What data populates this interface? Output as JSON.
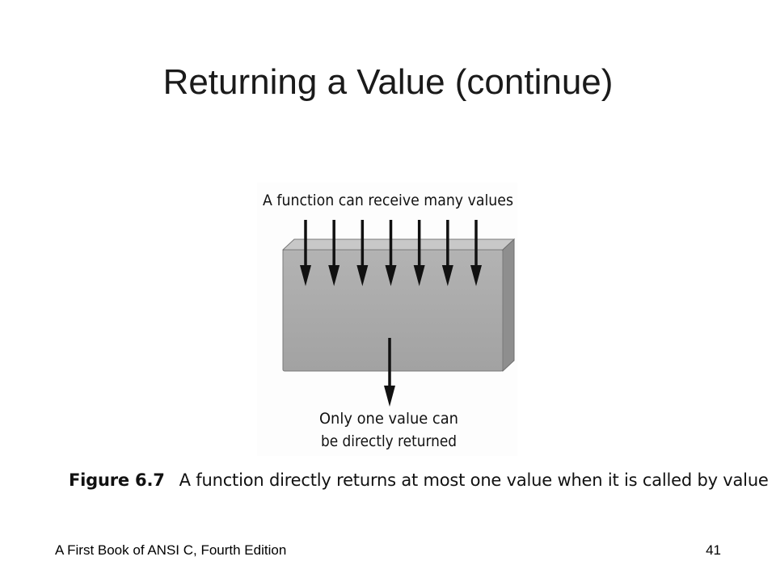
{
  "slide": {
    "title": "Returning a Value (continue)"
  },
  "diagram": {
    "top_label": "A function can receive many values",
    "bottom_label_line1": "Only one value can",
    "bottom_label_line2": "be directly returned",
    "input_arrow_count": 7,
    "output_arrow_count": 1,
    "colors": {
      "box_front": "#a9a9a9",
      "box_top": "#c9c9c9",
      "box_side": "#8f8f8f",
      "arrow": "#111111"
    }
  },
  "caption": {
    "label": "Figure 6.7",
    "text": "A function directly returns at most one value when it is called by value"
  },
  "footer": {
    "left": "A First Book of ANSI C, Fourth Edition",
    "right": "41"
  }
}
